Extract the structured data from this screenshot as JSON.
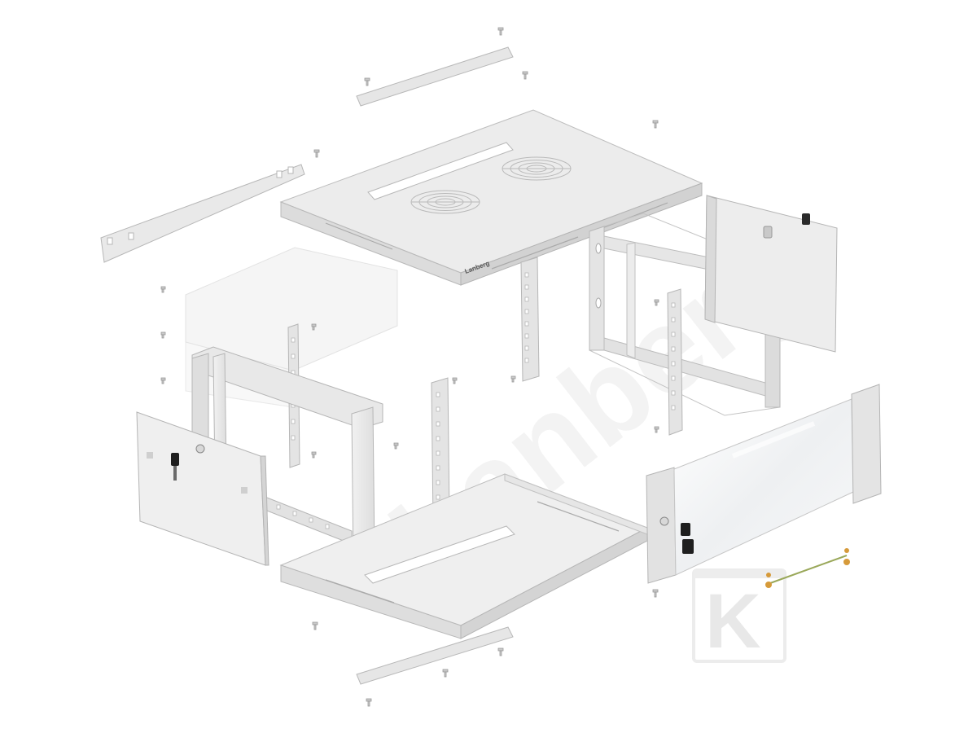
{
  "diagram": {
    "brand_label": "Lanberg",
    "watermark_text": "Lanberg",
    "corner_logo_letter": "K"
  },
  "colors": {
    "panel_fill": "#e9e9e9",
    "panel_stroke": "#b4b4b4",
    "panel_shade": "#d6d6d6",
    "glass_fill": "#f3f4f5",
    "key_color": "#1f1f1f",
    "ground_wire": "#9aa85a",
    "washer": "#d69a3a",
    "watermark": "#f2f2f2",
    "corner_logo": "#ececec"
  }
}
